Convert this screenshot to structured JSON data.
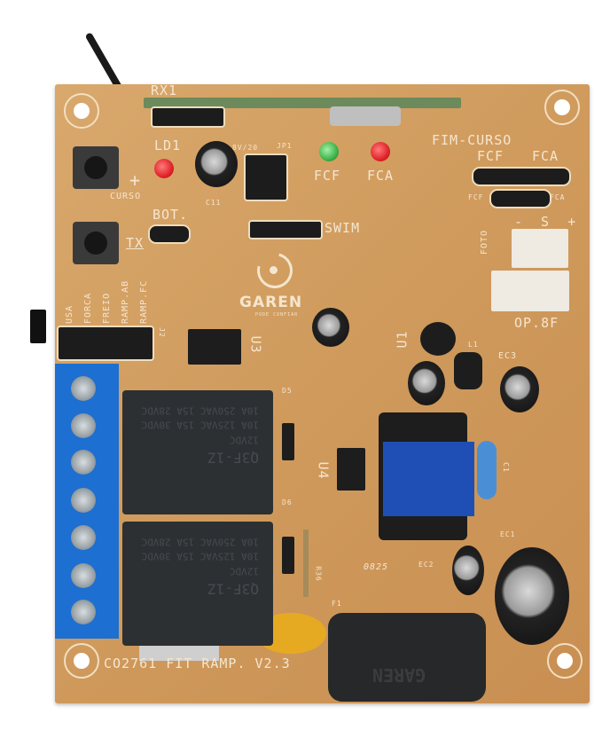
{
  "board": {
    "brand": "GAREN",
    "tagline": "PODE CONFIAR",
    "model": "CO2761 FIT RAMP. V2.3",
    "date_code": "0825",
    "labels": {
      "rx": "RX1",
      "ld": "LD1",
      "curso": "CURSO",
      "plus": "+",
      "bot": "BOT.",
      "tx": "TX",
      "c11": "C11",
      "jp1": "JP1",
      "jp_note": "8V/20",
      "swim": "SWIM",
      "fcf": "FCF",
      "fca": "FCA",
      "fim_curso": "FIM-CURSO",
      "header_fcf": "FCF",
      "header_fca": "FCA",
      "small_fcf": "FCF",
      "small_fca": "FCA",
      "foto_pins": "- S +",
      "foto": "FOTO",
      "op8f": "OP.8F",
      "u1": "U1",
      "u3": "U3",
      "u4": "U4",
      "l1": "L1",
      "ec1": "EC1",
      "ec2": "EC2",
      "ec3": "EC3",
      "d5": "D5",
      "d6": "D6",
      "c1": "C1",
      "r36": "R36",
      "f1": "F1",
      "j2": "J2"
    },
    "jumper_functions": [
      "USA",
      "FORCA",
      "FREIO",
      "RAMP.AB",
      "RAMP.FC"
    ],
    "relay": {
      "model": "Q3F-1Z",
      "rating1": "10A 125VAC 15A 30VDC",
      "rating2": "10A 250VAC 15A 28VDC",
      "coil": "12VDC"
    },
    "fuse_brand": "GAREN",
    "colors": {
      "pcb": "#d4a063",
      "terminal": "#1d6fd1",
      "led_red": "#e0242a",
      "led_green": "#3db34a",
      "transformer": "#1f4fb5"
    }
  }
}
